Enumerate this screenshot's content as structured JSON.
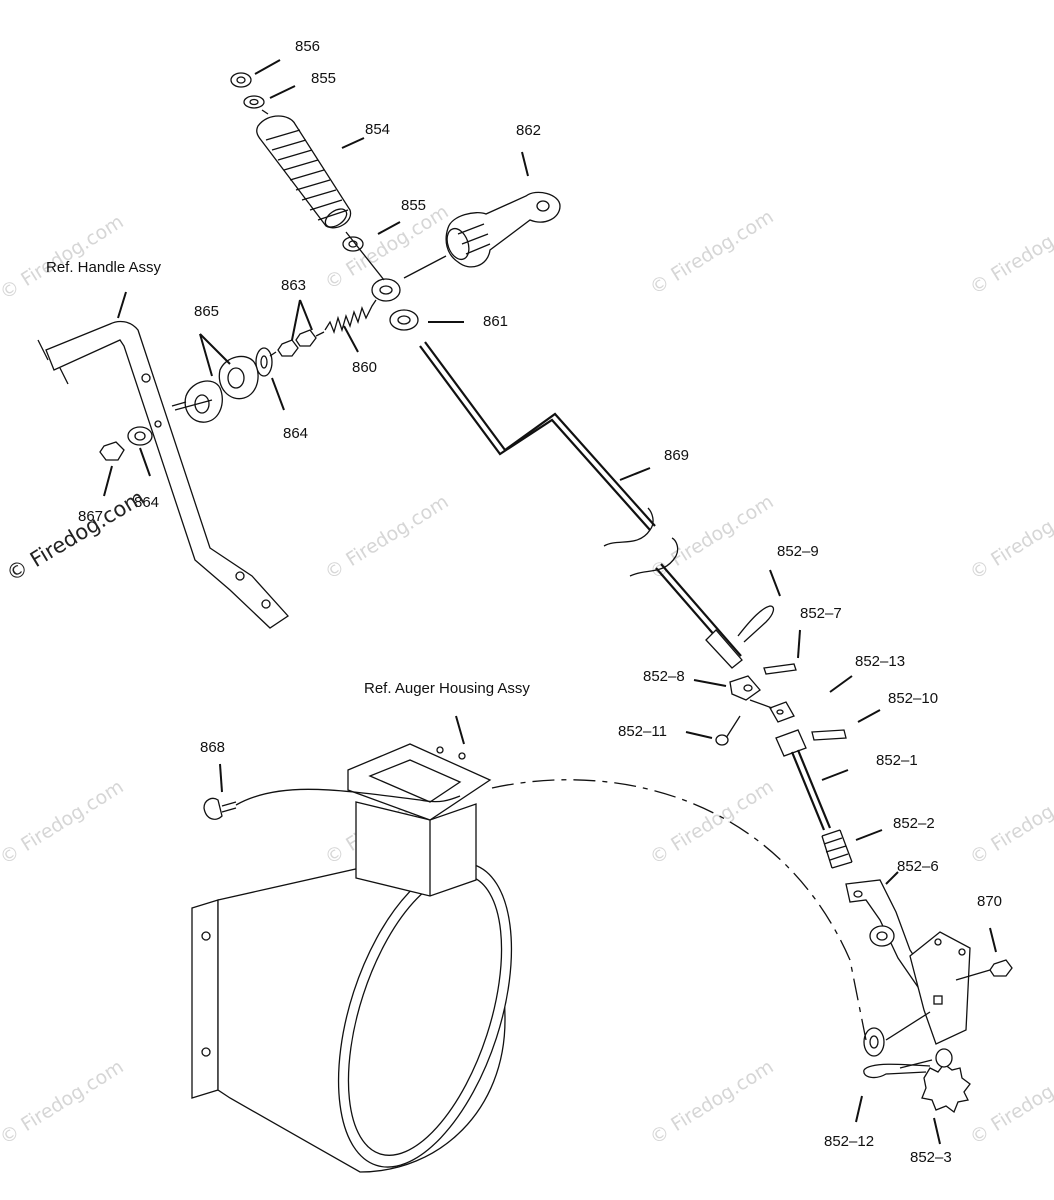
{
  "watermark": "© Firedog.com",
  "references": {
    "handle": "Ref. Handle Assy",
    "auger_housing": "Ref. Auger Housing Assy"
  },
  "parts": {
    "p856": "856",
    "p855a": "855",
    "p854": "854",
    "p855b": "855",
    "p862": "862",
    "p863": "863",
    "p865": "865",
    "p861": "861",
    "p860": "860",
    "p864a": "864",
    "p864b": "864",
    "p867": "867",
    "p869": "869",
    "p852_9": "852–9",
    "p852_7": "852–7",
    "p852_13": "852–13",
    "p852_8": "852–8",
    "p852_10": "852–10",
    "p852_11": "852–11",
    "p852_1": "852–1",
    "p852_2": "852–2",
    "p852_6": "852–6",
    "p870": "870",
    "p868": "868",
    "p852_12": "852–12",
    "p852_3": "852–3"
  }
}
